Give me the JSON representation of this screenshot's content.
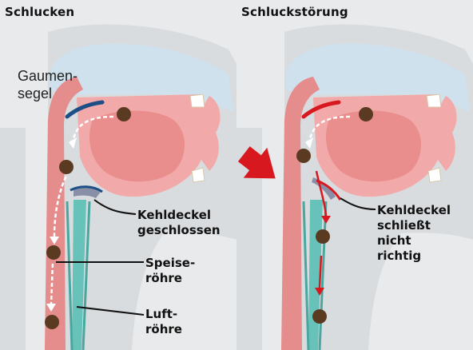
{
  "colors": {
    "background": "#e8eaec",
    "head": "#d9dcdf",
    "nasal_cavity": "#cfe1ed",
    "mouth": "#f2a9a9",
    "tongue": "#e98d8d",
    "esophagus": "#e58c8c",
    "trachea": "#67c2ba",
    "soft_palate": "#1d4f86",
    "epiglottis": "#8a8fa8",
    "food_bolus": "#5b3a22",
    "arrow_normal": "#ffffff",
    "arrow_error": "#d7191f"
  },
  "left": {
    "title": "Schlucken",
    "label_palate_line1": "Gaumen-",
    "label_palate_line2": "segel",
    "label_epiglottis_line1": "Kehldeckel",
    "label_epiglottis_line2": "geschlossen",
    "label_esophagus_line1": "Speise-",
    "label_esophagus_line2": "röhre",
    "label_trachea_line1": "Luft-",
    "label_trachea_line2": "röhre"
  },
  "right": {
    "title": "Schluckstörung",
    "label_epiglottis_line1": "Kehldeckel",
    "label_epiglottis_line2": "schließt",
    "label_epiglottis_line3": "nicht",
    "label_epiglottis_line4": "richtig"
  }
}
